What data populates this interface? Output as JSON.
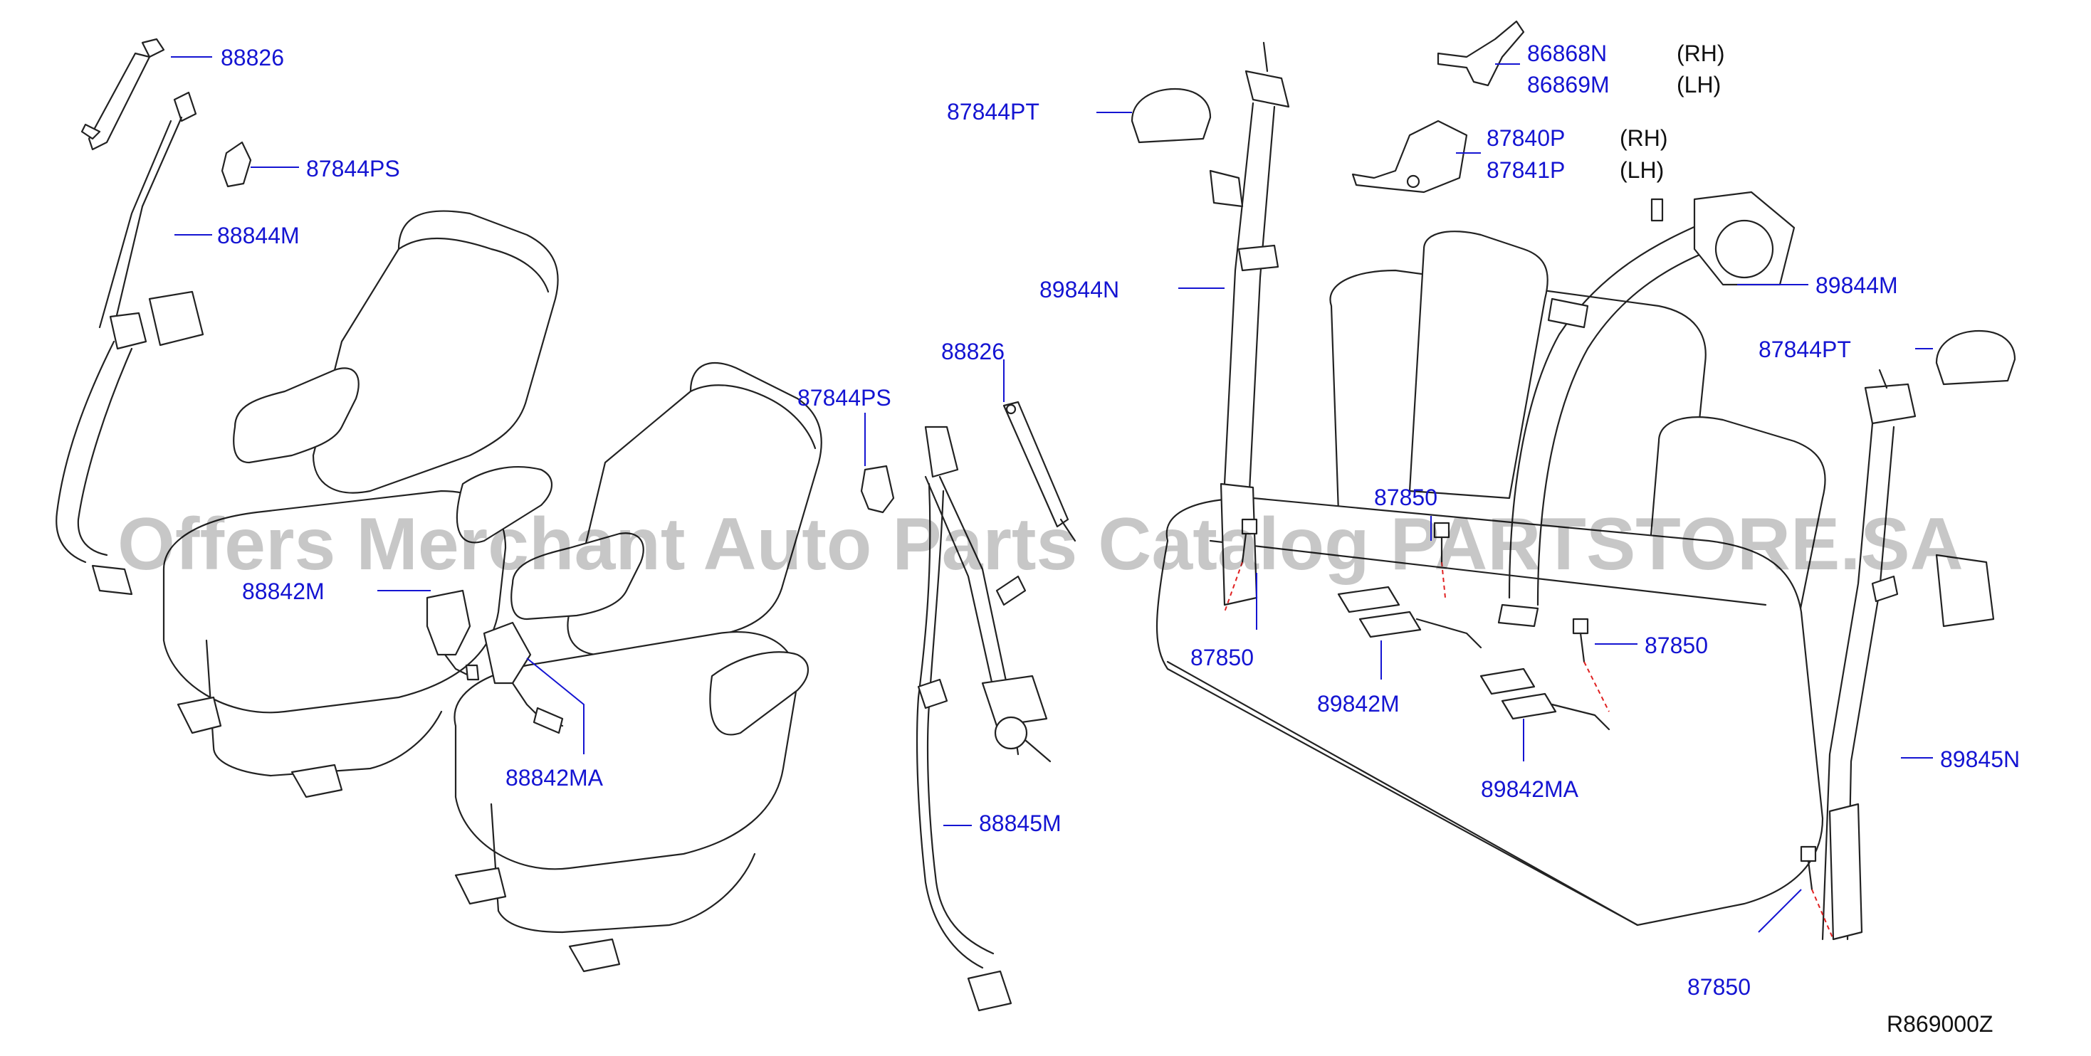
{
  "diagram": {
    "watermark": "Offers Merchant Auto Parts Catalog PARTSTORE.SA",
    "figure_code": "R869000Z",
    "side_notes": {
      "rh": "(RH)",
      "lh": "(LH)"
    },
    "labels": {
      "l_88826_a": "88826",
      "l_87844ps_a": "87844PS",
      "l_88844m": "88844M",
      "l_88842m": "88842M",
      "l_88842ma": "88842MA",
      "l_87844ps_b": "87844PS",
      "l_88826_b": "88826",
      "l_88845m": "88845M",
      "l_87844pt_a": "87844PT",
      "l_89844n": "89844N",
      "l_87850_a": "87850",
      "l_87850_b": "87850",
      "l_89842m": "89842M",
      "l_87850_c": "87850",
      "l_89842ma": "89842MA",
      "l_86868n": "86868N",
      "l_86869m": "86869M",
      "l_87840p": "87840P",
      "l_87841p": "87841P",
      "l_89844m": "89844M",
      "l_87844pt_b": "87844PT",
      "l_89845n": "89845N",
      "l_87850_d": "87850"
    }
  }
}
